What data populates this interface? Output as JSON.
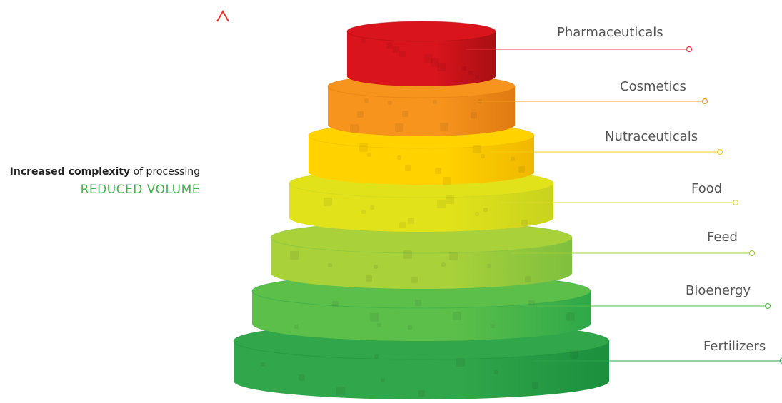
{
  "axis_note": {
    "bold": "Increased complexity",
    "rest": " of processing",
    "emphasis": "REDUCED VOLUME"
  },
  "tiers": [
    {
      "label": "Pharmaceuticals",
      "color": "#d9141c",
      "dark": "#a80f14",
      "leader": "#e0303a"
    },
    {
      "label": "Cosmetics",
      "color": "#f7941d",
      "dark": "#e07a12",
      "leader": "#f39a1e"
    },
    {
      "label": "Nutraceuticals",
      "color": "#ffd200",
      "dark": "#f0b800",
      "leader": "#f2cc12"
    },
    {
      "label": "Food",
      "color": "#e2e21a",
      "dark": "#c8d31e",
      "leader": "#d9dc2a"
    },
    {
      "label": "Feed",
      "color": "#a8d13a",
      "dark": "#7fbf3f",
      "leader": "#9fcc3b"
    },
    {
      "label": "Bioenergy",
      "color": "#5cbf4a",
      "dark": "#2ea84a",
      "leader": "#55b94b"
    },
    {
      "label": "Fertilizers",
      "color": "#32a64a",
      "dark": "#1c8f3e",
      "leader": "#2aa24a"
    }
  ]
}
